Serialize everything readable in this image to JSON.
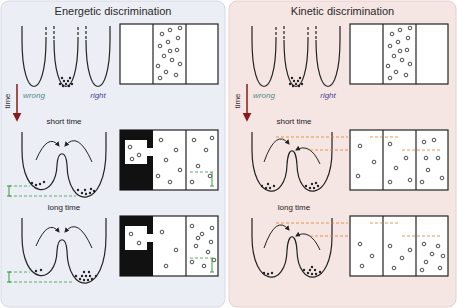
{
  "diagram": {
    "nodes": [
      {
        "text": [
          "Energetic discrimination"
        ]
      },
      {
        "text": [
          "Kinetic discrimination"
        ]
      }
    ],
    "labels": [
      "time",
      "wrong",
      "right",
      "short time",
      "long time",
      "time",
      "wrong",
      "right",
      "short time",
      "long time"
    ]
  }
}
